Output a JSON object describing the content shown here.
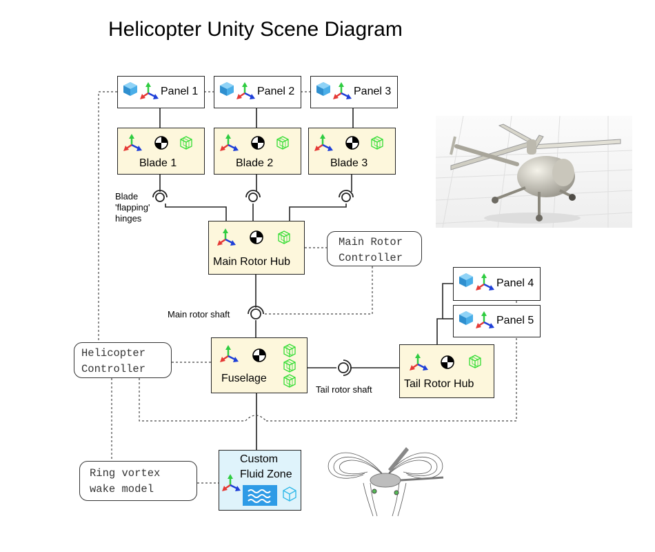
{
  "title": "Helicopter Unity Scene Diagram",
  "panels": [
    {
      "label": "Panel 1"
    },
    {
      "label": "Panel 2"
    },
    {
      "label": "Panel 3"
    },
    {
      "label": "Panel 4"
    },
    {
      "label": "Panel 5"
    }
  ],
  "blades": [
    {
      "label": "Blade 1"
    },
    {
      "label": "Blade 2"
    },
    {
      "label": "Blade 3"
    }
  ],
  "main_rotor_hub": {
    "label": "Main Rotor Hub"
  },
  "fuselage": {
    "label": "Fuselage"
  },
  "tail_rotor_hub": {
    "label": "Tail Rotor Hub"
  },
  "fluid_zone": {
    "label_line1": "Custom",
    "label_line2": "Fluid Zone"
  },
  "controllers": {
    "main_rotor": "Main Rotor\nController",
    "helicopter": "Helicopter\nController",
    "ring_vortex": "Ring vortex\nwake model"
  },
  "joints": {
    "blade_hinges": "Blade\n'flapping'\nhinges",
    "main_shaft": "Main rotor shaft",
    "tail_shaft": "Tail rotor shaft"
  },
  "icons": [
    "cube-icon",
    "transform-axes-icon",
    "center-of-mass-icon",
    "collider-icon",
    "water-icon"
  ],
  "colors": {
    "body_fill": "#fdf7dc",
    "fluid_fill": "#dff3fb",
    "cube": "#4aaee8",
    "axis_x": "#e53935",
    "axis_y": "#2ecc40",
    "axis_z": "#1e3fd8",
    "collider": "#33dd33"
  }
}
